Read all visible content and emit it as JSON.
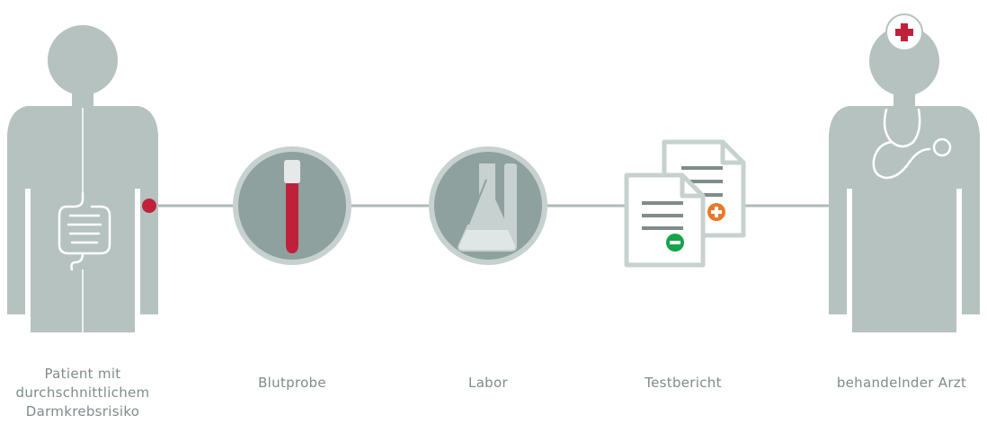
{
  "steps": [
    {
      "icon": "patient-icon",
      "lines": [
        "Patient mit",
        "durchschnittlichem",
        "Darmkrebsrisiko"
      ]
    },
    {
      "icon": "blood-tube-icon",
      "lines": [
        "Blutprobe"
      ]
    },
    {
      "icon": "lab-flask-icon",
      "lines": [
        "Labor"
      ]
    },
    {
      "icon": "test-report-icon",
      "lines": [
        "Testbericht"
      ]
    },
    {
      "icon": "doctor-icon",
      "lines": [
        "behandelnder Arzt"
      ]
    }
  ],
  "colors": {
    "figure": "#b5c2c0",
    "circle": "#8fa19f",
    "circle_ring": "#c7d1cf",
    "connector": "#aebbb9",
    "blood_red": "#c0213a",
    "accent_orange": "#e8792a",
    "accent_green": "#16a34a",
    "label_text": "#7f8c8b"
  }
}
